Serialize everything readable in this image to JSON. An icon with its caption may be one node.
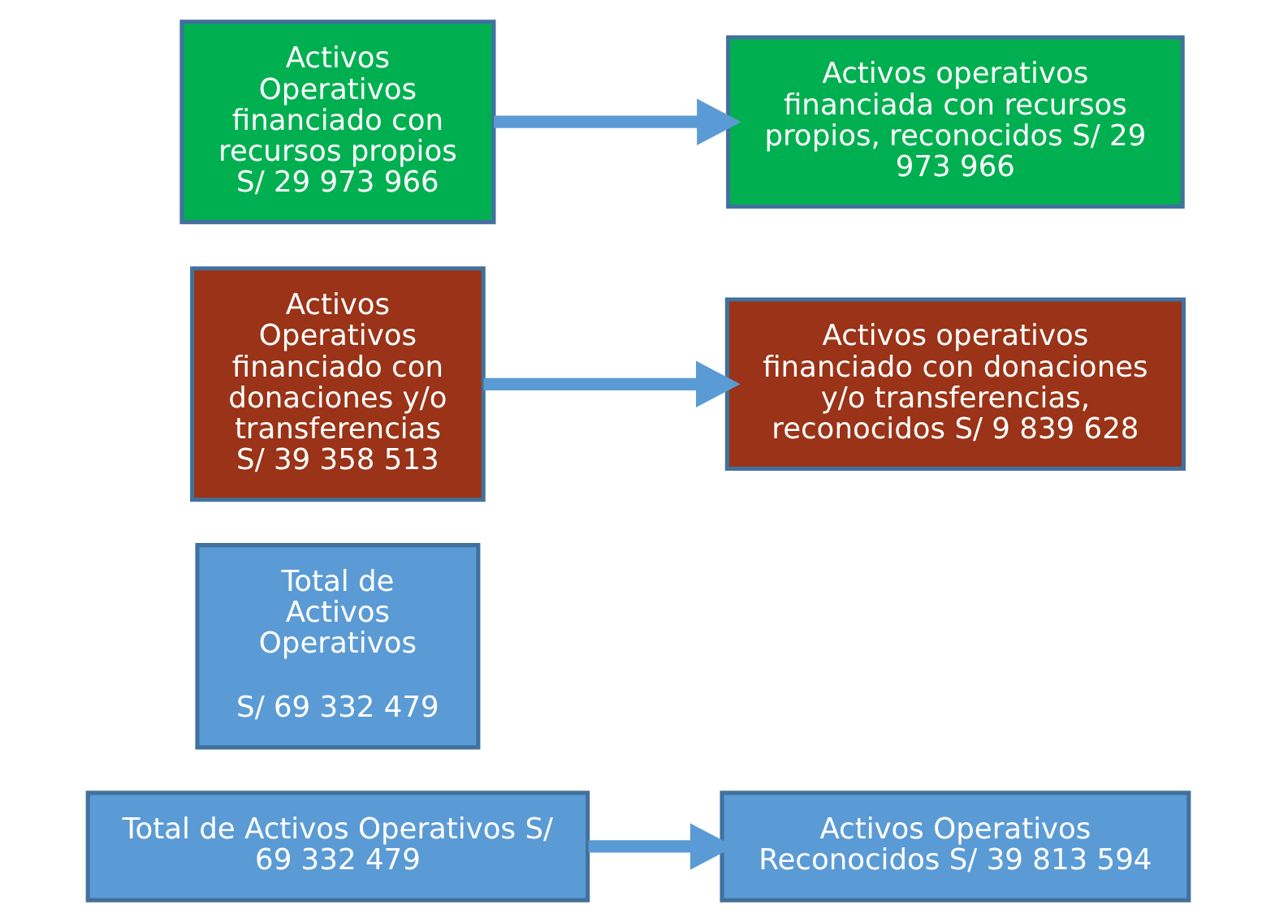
{
  "diagram": {
    "nodes": [
      {
        "text": [
          "Total de Activos Operativos S/ 69 332 479"
        ]
      },
      {
        "text": [
          "Activos Operativos Reconocidos S/ 39 813 594"
        ]
      },
      {
        "text": [
          "Total de Activos Operativos",
          "S/ 69 332 479"
        ]
      },
      {
        "text": [
          "Activos Operativos financiado con donaciones y/o transferencias S/ 39 358 513"
        ]
      },
      {
        "text": [
          "Activos operativos financiado con donaciones y/o transferencias, reconocidos S/ 9 839 628"
        ]
      },
      {
        "text": [
          "Activos Operativos financiado con recursos propios S/ 29 973 966"
        ]
      },
      {
        "text": [
          "Activos operativos financiada con recursos propios, reconocidos S/ 29 973 966"
        ]
      }
    ],
    "edges": [
      {
        "from": 0,
        "to": 1,
        "arrow": "to"
      },
      {
        "from": 3,
        "to": 4,
        "arrow": "to"
      },
      {
        "from": 5,
        "to": 6,
        "arrow": "to"
      }
    ]
  }
}
